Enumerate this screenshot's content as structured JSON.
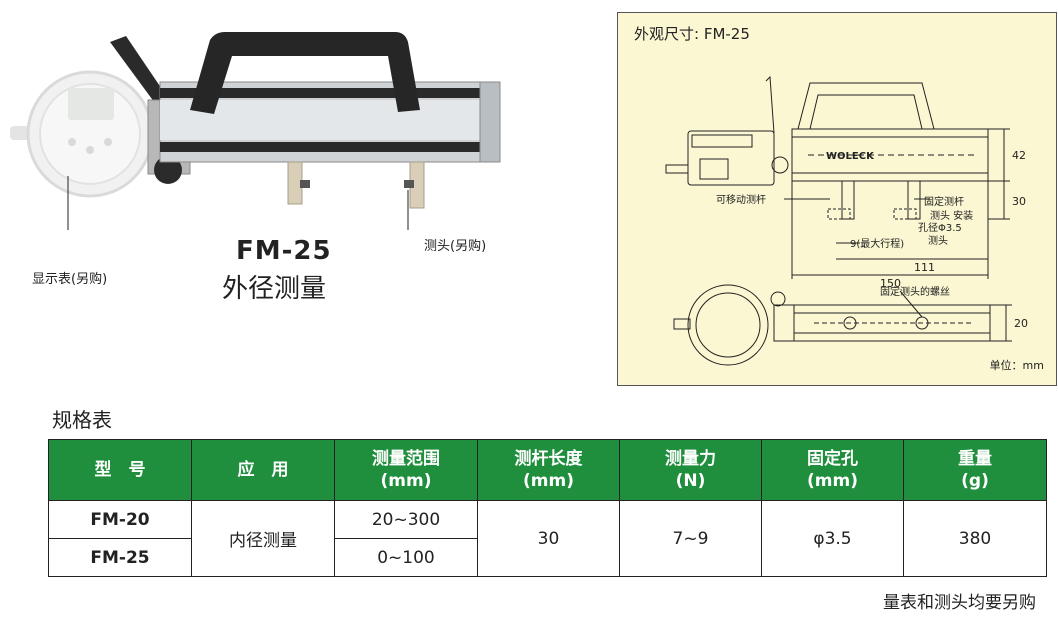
{
  "product": {
    "model": "FM-25",
    "name": "外径测量",
    "callout_indicator": "显示表(另购)",
    "callout_probe": "测头(另购)"
  },
  "drawing": {
    "title": "外观尺寸: FM-25",
    "unit": "单位：mm",
    "labels": {
      "movable_rod": "可移动测杆",
      "fixed_rod": "固定测杆",
      "probe_mount": "测头 安装",
      "hole_dia": "孔径Φ3.5",
      "probe": "测头",
      "stroke": "9(最大行程)",
      "screw": "固定测头的螺丝",
      "brand": "WOLECK"
    },
    "dims": {
      "height_body": "42",
      "height_probe": "30",
      "len_111": "111",
      "len_150": "150",
      "width_top": "20"
    }
  },
  "spec": {
    "title": "规格表",
    "headers": [
      {
        "line1": "型　号",
        "line2": ""
      },
      {
        "line1": "应　用",
        "line2": ""
      },
      {
        "line1": "测量范围",
        "line2": "(mm)"
      },
      {
        "line1": "测杆长度",
        "line2": "(mm)"
      },
      {
        "line1": "测量力",
        "line2": "(N)"
      },
      {
        "line1": "固定孔",
        "line2": "(mm)"
      },
      {
        "line1": "重量",
        "line2": "(g)"
      }
    ],
    "rows": [
      {
        "model": "FM-20",
        "range": "20~300"
      },
      {
        "model": "FM-25",
        "range": "0~100"
      }
    ],
    "shared": {
      "application": "内径测量",
      "rod_length": "30",
      "force": "7~9",
      "hole": "φ3.5",
      "weight": "380"
    },
    "note": "量表和测头均要另购"
  }
}
